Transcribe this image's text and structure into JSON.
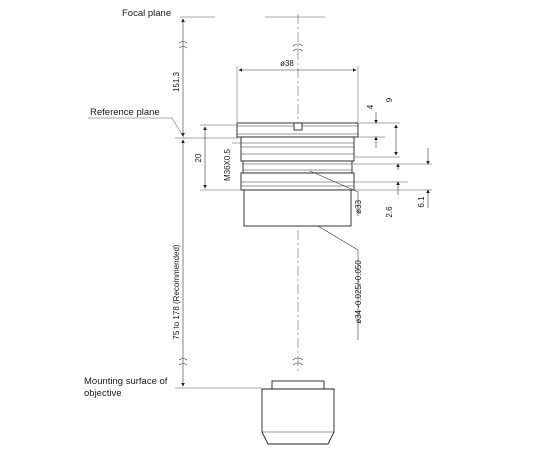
{
  "labels": {
    "focal_plane": "Focal plane",
    "reference_plane": "Reference plane",
    "mounting_surface_line1": "Mounting surface of",
    "mounting_surface_line2": "objective"
  },
  "dimensions": {
    "focal_to_reference": "151.3",
    "outer_diameter": "ø38",
    "dim_4": "4",
    "dim_9": "9",
    "thread": "M36X0.5",
    "height_20": "20",
    "inner_diameter": "ø33",
    "dim_2_6": "2.6",
    "dim_6_1": "6.1",
    "fit_diameter": "ø34 -0.025/-0.050",
    "recommended_range": "75 to 178 (Recommended)"
  },
  "colors": {
    "line": "#222222",
    "text": "#1a1a1a",
    "background": "#ffffff"
  }
}
